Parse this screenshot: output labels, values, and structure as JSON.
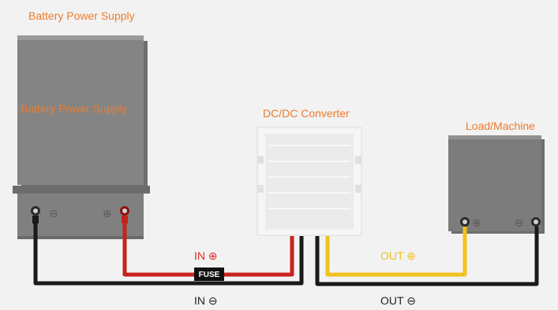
{
  "labels": {
    "battery_title": "Battery Power Supply",
    "battery_label": "Battery Power Supply",
    "converter_title": "DC/DC Converter",
    "load_title": "Load/Machine",
    "in_positive": "IN ⊕",
    "in_negative": "IN ⊖",
    "out_positive": "OUT ⊕",
    "out_negative": "OUT ⊖",
    "fuse": "FUSE",
    "terminal_negative": "⊖",
    "terminal_positive": "⊕"
  },
  "colors": {
    "background": "#f2f2f2",
    "label_orange": "#ee7b2c",
    "wire_red": "#c8221f",
    "wire_yellow": "#f0c21e",
    "wire_black": "#1a1a1a",
    "battery_body": "#7f7f7f",
    "converter_body": "#f4f4f4",
    "load_body": "#7a7a7a"
  },
  "icons": {
    "battery": "battery-icon",
    "converter": "converter-icon",
    "load": "machine-icon",
    "fuse": "fuse-icon"
  }
}
